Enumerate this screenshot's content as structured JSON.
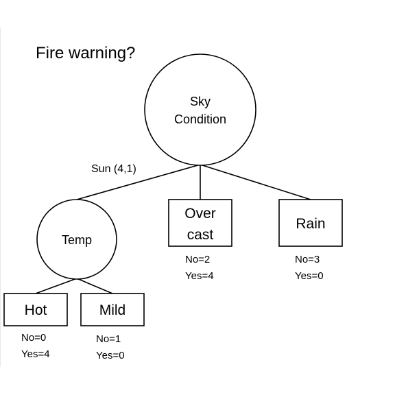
{
  "title": "Fire warning?",
  "nodes": {
    "root": {
      "line1": "Sky",
      "line2": "Condition"
    },
    "temp": {
      "label": "Temp"
    },
    "overcast": {
      "line1": "Over",
      "line2": "cast"
    },
    "rain": {
      "label": "Rain"
    },
    "hot": {
      "label": "Hot"
    },
    "mild": {
      "label": "Mild"
    }
  },
  "edges": {
    "sun": "Sun (4,1)"
  },
  "counts": {
    "overcast": {
      "no": "No=2",
      "yes": "Yes=4"
    },
    "rain": {
      "no": "No=3",
      "yes": "Yes=0"
    },
    "hot": {
      "no": "No=0",
      "yes": "Yes=4"
    },
    "mild": {
      "no": "No=1",
      "yes": "Yes=0"
    }
  }
}
